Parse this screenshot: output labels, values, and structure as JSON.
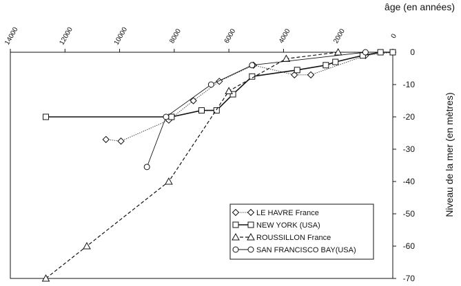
{
  "chart_data": {
    "type": "line",
    "xlabel": "âge (en années)",
    "ylabel": "Niveau de la mer (en mètres)",
    "xlim": [
      14000,
      0
    ],
    "ylim": [
      -70,
      0
    ],
    "x_axis_reversed": true,
    "x_axis_position": "top",
    "y_axis_position": "right",
    "grid": false,
    "legend_position": "bottom-right",
    "x_ticks": [
      14000,
      12000,
      10000,
      8000,
      6000,
      4000,
      2000,
      0
    ],
    "x_tick_labels": [
      "14000",
      "12000",
      "10000",
      "8000",
      "6000",
      "4000",
      "2000",
      "0"
    ],
    "y_ticks": [
      0,
      -10,
      -20,
      -30,
      -40,
      -50,
      -60,
      -70
    ],
    "y_tick_labels": [
      "0",
      "-10",
      "-20",
      "-30",
      "-40",
      "-50",
      "-60",
      "-70"
    ],
    "series": [
      {
        "name": "LE HAVRE France",
        "marker": "diamond",
        "line": "dotted",
        "x": [
          10500,
          9950,
          8200,
          7300,
          6350,
          5100,
          3600,
          3000,
          1000,
          0
        ],
        "y": [
          -27,
          -27.5,
          -21,
          -15,
          -9,
          -4,
          -7,
          -7,
          -1,
          0
        ]
      },
      {
        "name": "NEW YORK (USA)",
        "marker": "square",
        "line": "solid",
        "x": [
          12700,
          8100,
          7000,
          6450,
          5850,
          5150,
          3500,
          2450,
          2100,
          1100,
          450,
          0
        ],
        "y": [
          -20,
          -20,
          -18,
          -18,
          -13,
          -7.5,
          -5.5,
          -4,
          -3,
          -1,
          0,
          0
        ]
      },
      {
        "name": "ROUSSILLON France",
        "marker": "triangle",
        "line": "dashed",
        "x": [
          12700,
          11200,
          8200,
          6000,
          3900,
          2000
        ],
        "y": [
          -70,
          -60,
          -40,
          -12,
          -2,
          0
        ]
      },
      {
        "name": "SAN FRANCISCO BAY(USA)",
        "marker": "circle",
        "line": "thin",
        "x": [
          9000,
          8300,
          6650,
          5150,
          1000
        ],
        "y": [
          -35.5,
          -20,
          -10,
          -4,
          0
        ]
      }
    ]
  }
}
